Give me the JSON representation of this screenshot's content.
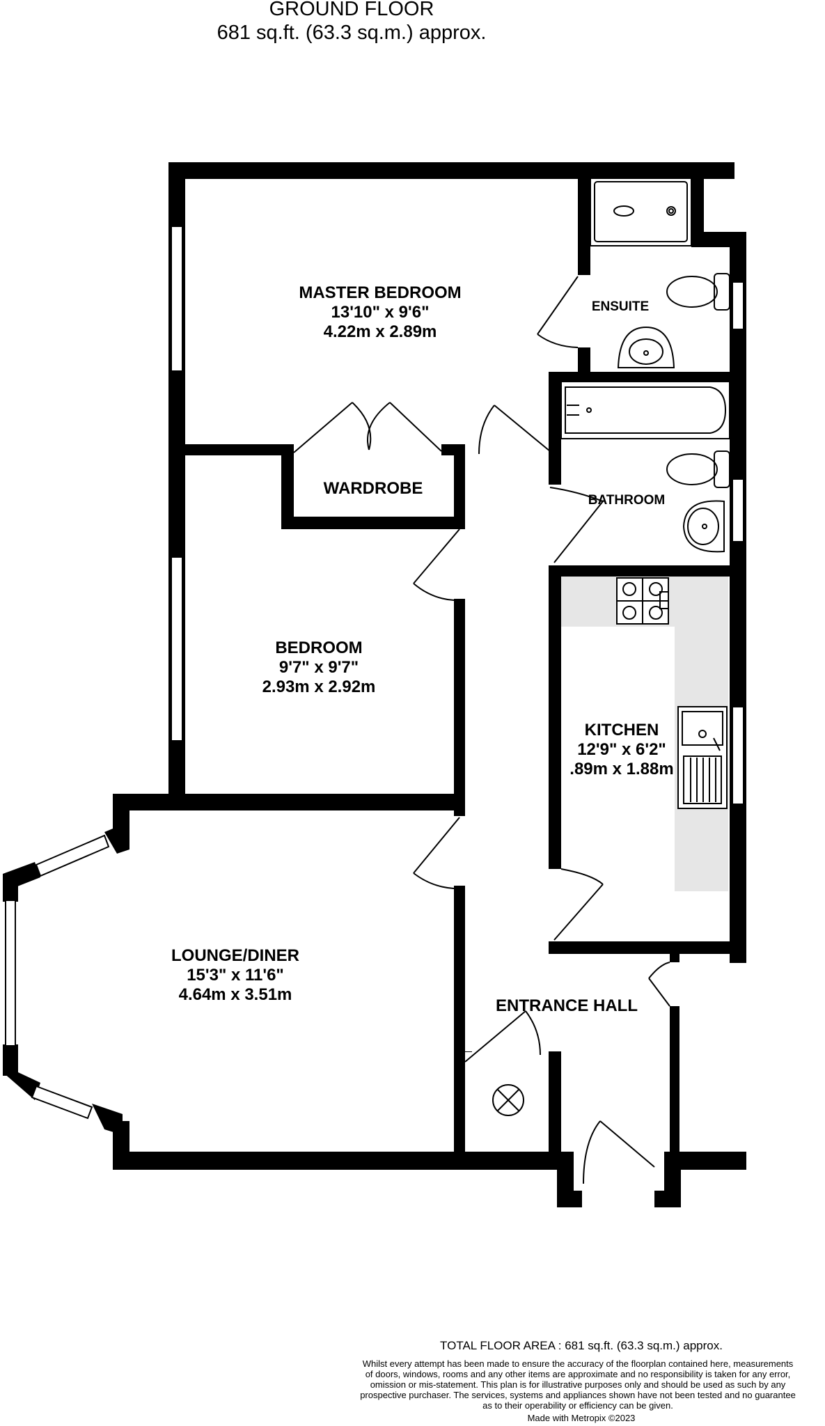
{
  "header": {
    "floor_name": "GROUND FLOOR",
    "floor_area": "681 sq.ft. (63.3 sq.m.) approx."
  },
  "rooms": {
    "master_bedroom": {
      "name": "MASTER BEDROOM",
      "imperial": "13'10\"  x 9'6\"",
      "metric": "4.22m  x 2.89m"
    },
    "ensuite": {
      "name": "ENSUITE"
    },
    "wardrobe": {
      "name": "WARDROBE"
    },
    "bathroom": {
      "name": "BATHROOM"
    },
    "bedroom": {
      "name": "BEDROOM",
      "imperial": "9'7\"  x 9'7\"",
      "metric": "2.93m  x 2.92m"
    },
    "kitchen": {
      "name": "KITCHEN",
      "imperial": "12'9\"  x 6'2\"",
      "metric": ".89m  x 1.88m"
    },
    "lounge_diner": {
      "name": "LOUNGE/DINER",
      "imperial": "15'3\"  x 11'6\"",
      "metric": "4.64m  x 3.51m"
    },
    "entrance_hall": {
      "name": "ENTRANCE HALL"
    }
  },
  "footer": {
    "total_area": "TOTAL FLOOR AREA : 681 sq.ft. (63.3 sq.m.) approx.",
    "disclaimer_lines": [
      "Whilst every attempt has been made to ensure the accuracy of the floorplan contained here, measurements",
      "of doors, windows, rooms and any other items are approximate and no responsibility is taken for any error,",
      "omission or mis-statement. This plan is for illustrative purposes only and should be used as such by any",
      "prospective purchaser. The services, systems and appliances shown have not been tested and no guarantee",
      "as to their operability or efficiency can be given."
    ],
    "made_with": "Made with Metropix ©2023"
  },
  "colors": {
    "wall": "#000000",
    "counter": "#e6e6e6",
    "background": "#ffffff"
  }
}
